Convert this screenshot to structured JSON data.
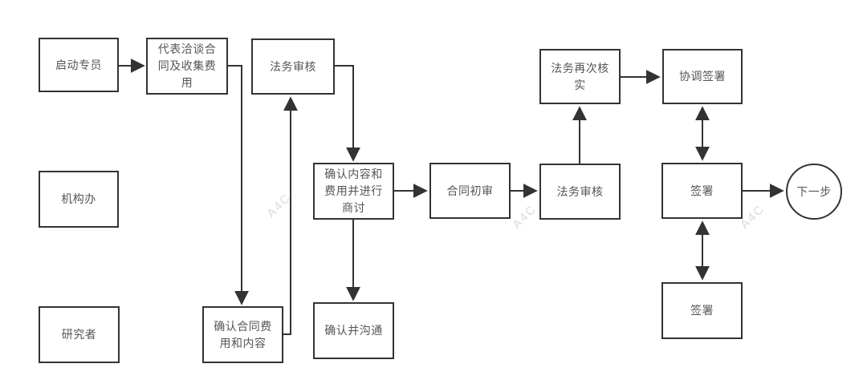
{
  "diagram": {
    "type": "flowchart",
    "nodes": {
      "start_specialist": {
        "label": "启动专员",
        "shape": "rect"
      },
      "negotiate": {
        "label": "代表洽谈合同及收集费用",
        "shape": "rect"
      },
      "legal_review_top": {
        "label": "法务审核",
        "shape": "rect"
      },
      "legal_recheck": {
        "label": "法务再次核实",
        "shape": "rect"
      },
      "coordinate_sign": {
        "label": "协调签署",
        "shape": "rect"
      },
      "institution_office": {
        "label": "机构办",
        "shape": "rect"
      },
      "confirm_discuss": {
        "label": "确认内容和费用并进行商讨",
        "shape": "rect"
      },
      "contract_first_review": {
        "label": "合同初审",
        "shape": "rect"
      },
      "legal_review_mid": {
        "label": "法务审核",
        "shape": "rect"
      },
      "sign_mid": {
        "label": "签署",
        "shape": "rect"
      },
      "next_step": {
        "label": "下一步",
        "shape": "circle"
      },
      "researcher": {
        "label": "研究者",
        "shape": "rect"
      },
      "confirm_fee_content": {
        "label": "确认合同费用和内容",
        "shape": "rect"
      },
      "confirm_communicate": {
        "label": "确认并沟通",
        "shape": "rect"
      },
      "sign_bottom": {
        "label": "签署",
        "shape": "rect"
      }
    },
    "edges": [
      {
        "from": "start_specialist",
        "to": "negotiate",
        "direction": "single"
      },
      {
        "from": "negotiate",
        "to": "confirm_fee_content",
        "direction": "single"
      },
      {
        "from": "confirm_fee_content",
        "to": "legal_review_top",
        "direction": "single"
      },
      {
        "from": "legal_review_top",
        "to": "confirm_discuss",
        "direction": "single"
      },
      {
        "from": "confirm_discuss",
        "to": "confirm_communicate",
        "direction": "single"
      },
      {
        "from": "confirm_discuss",
        "to": "contract_first_review",
        "direction": "single"
      },
      {
        "from": "contract_first_review",
        "to": "legal_review_mid",
        "direction": "single"
      },
      {
        "from": "legal_review_mid",
        "to": "legal_recheck",
        "direction": "single"
      },
      {
        "from": "legal_recheck",
        "to": "coordinate_sign",
        "direction": "single"
      },
      {
        "from": "coordinate_sign",
        "to": "sign_mid",
        "direction": "double"
      },
      {
        "from": "sign_mid",
        "to": "sign_bottom",
        "direction": "double"
      },
      {
        "from": "sign_mid",
        "to": "next_step",
        "direction": "single"
      }
    ],
    "colors": {
      "line": "#333333",
      "box_border": "#333333",
      "box_fill": "#ffffff",
      "text": "#555555",
      "background": "#ffffff",
      "watermark": "#bdbdbd"
    },
    "watermark_text": "A4C"
  }
}
